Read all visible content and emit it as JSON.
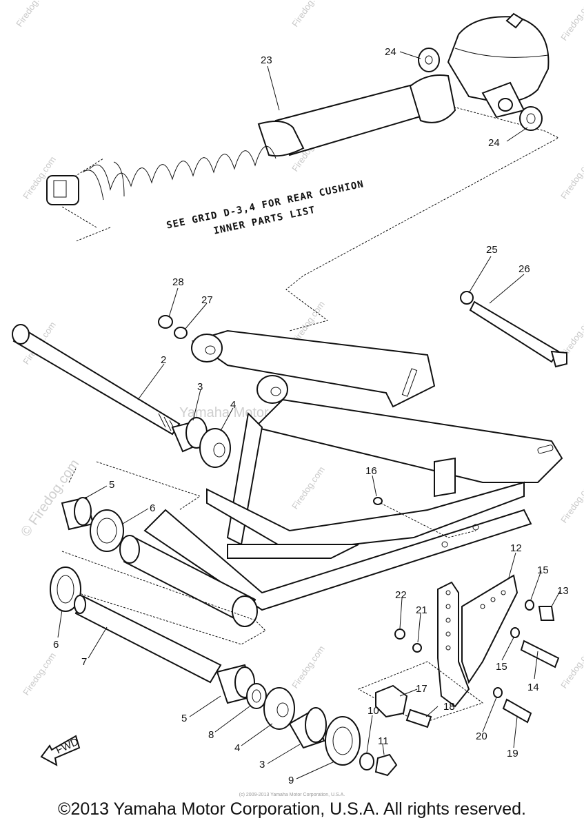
{
  "note": {
    "line1": "SEE GRID D-3,4 FOR REAR CUSHION",
    "line2": "INNER PARTS LIST"
  },
  "watermark": {
    "center": "Yamaha Motor Corp, U.S.A.",
    "brand": "© Firedog.com",
    "small": "Firedog.com"
  },
  "fwd_label": "FWD",
  "tiny_text": "(c) 2009-2013 Yamaha Motor Corporation, U.S.A.",
  "copyright": "©2013 Yamaha Motor Corporation, U.S.A. All rights reserved.",
  "callouts": {
    "c23": "23",
    "c24a": "24",
    "c24b": "24",
    "c25": "25",
    "c26": "26",
    "c28": "28",
    "c27": "27",
    "c2": "2",
    "c3a": "3",
    "c4a": "4",
    "c5a": "5",
    "c6a": "6",
    "c16": "16",
    "c12": "12",
    "c15a": "15",
    "c13": "13",
    "c22": "22",
    "c21": "21",
    "c15b": "15",
    "c14": "14",
    "c6b": "6",
    "c7": "7",
    "c17": "17",
    "c18": "18",
    "c20": "20",
    "c19": "19",
    "c5b": "5",
    "c8": "8",
    "c4b": "4",
    "c3b": "3",
    "c10": "10",
    "c11": "11",
    "c9": "9"
  }
}
